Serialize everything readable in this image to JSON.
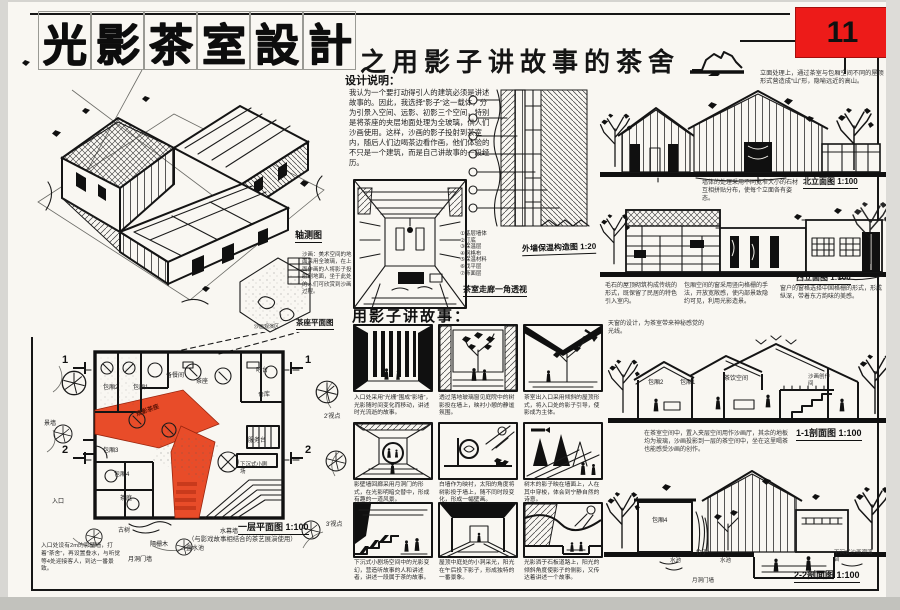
{
  "page": {
    "number": "11",
    "title_chars": [
      "光",
      "影",
      "茶",
      "室",
      "設",
      "計"
    ],
    "subtitle": "之用影子讲故事的茶舍"
  },
  "design_notes": {
    "heading": "设计说明：",
    "body": "我认为一个要打动得引人的建筑必须是讲述故事的。因此，我选择“影子”这一载体，分为引景入空间、远影、初影三个空间，特别是将茶座的夹层地面处理为全玻璃，供人们沙画使用。这样，沙画的影子投射到茶室内，随后人们边喝茶边看作画，他们体验的不只是一个建筑，而是自己讲故事的一段经历。"
  },
  "axon": {
    "label": "轴测图"
  },
  "tea_plan": {
    "label": "茶座平面图",
    "note": "沙画：美术空间的地面采用全玻璃，在上面作画的人将影子投射到地面，坐于此处的人们可欣赏到沙画过程。",
    "inner_label": "沙画观演区"
  },
  "perspective": {
    "caption": "茶室走廊一角透视"
  },
  "wall_detail": {
    "caption": "外墙保温构造图 1:20",
    "legend": [
      "①基层墙体",
      "②打底",
      "③保温层",
      "④网格布",
      "⑤保温材料",
      "⑥找平层",
      "⑦饰面层"
    ]
  },
  "north_elev": {
    "caption": "北立面图 1:100",
    "note_top": "立面处理上，通过茶室与包厢空间不同的屋顶形式营造成“山”形，隐喻远近的高山。",
    "note_bottom": "墙体的处理采用不同宽窄大小的石材互相拼贴分布，使每个立面各有姿态。"
  },
  "west_elev": {
    "caption": "西立面图 1:100",
    "note_1": "毛石的屋顶砌筑构成传统的形式，既保留了民居的特色引入室内。",
    "note_2": "包厢空间的窗采用竖向格栅的手法，开放宽敞感，使内部景致隐约可见，利用光影造景。",
    "note_3": "窗户的窗格选择中国格栅的形式，形成纵深，带着东方韵味的美感。"
  },
  "stories": {
    "heading": "用影子讲故事：",
    "panels": [
      {
        "caption": "入口处采用“光栅”围成“影墙”，光影随时间变化而移动，讲述时光流逝的故事。"
      },
      {
        "caption": "透过落地玻璃窗见庭院中的树影投在墙上，映衬小憩的静谧氛围。"
      },
      {
        "caption": "茶室出入口采用倾斜的屋顶形式，将入口处的影子引导，使影成为主体。"
      },
      {
        "caption": "影壁墙回廊采用月洞门的形式，在光影明暗交替中，形成有趣的一道风景。"
      },
      {
        "caption": "白墙作为映衬，太阳的角度将树影投于墙上，随不同时段变化，形成一幅壁画。"
      },
      {
        "caption": "树木的影子映在墙面上，人在其中穿梭，体会到宁静自然的诗意。"
      },
      {
        "caption": "下沉式小剧场空间中的光影变幻，营造听故事的人和讲述者，讲述一段属于茶的故事。"
      },
      {
        "caption": "屋顶中庭处的小洞采光，阳光在午后投下影子，形成独特的一番景象。"
      },
      {
        "caption": "光影洒于石板道路上，阳光的倾斜角度使影子的侧影，又传达着讲述一个故事。"
      }
    ]
  },
  "floor_plan": {
    "caption": "一层平面图 1:100",
    "caption_note": "（与影戏故事相结合的茶艺展演使用）",
    "entry_note": "入口处设有2m的影壁墙，打着“茶舍”，再设置叠水，与听觉等4处迎接客人，到达一番景致。",
    "rooms": {
      "r1": "包厢2",
      "r2": "包厢1",
      "r3": "备餐间",
      "r4": "茶座",
      "r5": "吧台",
      "r6": "仓库",
      "r7": "观影茶座",
      "r8": "服务台",
      "r9": "下沉式小剧场",
      "r10": "包厢3",
      "r11": "包厢4",
      "r12": "茶庭"
    },
    "labels": {
      "entry": "入口",
      "scenery_wall": "景墙",
      "old_tree": "古树",
      "lattice": "隔栅木",
      "cascade": "叠水池",
      "water_wall": "水幕墙",
      "moon_gate": "月洞门墙",
      "vp2": "2′视点",
      "vp3": "3′视点",
      "sec1": "1",
      "sec2": "2"
    }
  },
  "section11": {
    "caption": "1-1剖面图 1:100",
    "note_top": "天窗的设计，为茶室带来神秘感觉的光线。",
    "note_bottom": "在茶室空间中，置入夹层空间用作沙画厅，其余的地板均为玻璃，沙画投影到一层的茶空间中，坐在这里喝茶也能感受沙画的创作。",
    "rooms": {
      "a": "包厢2",
      "b": "包厢1",
      "c": "茶饮空间",
      "d": "沙画创作间"
    }
  },
  "section22": {
    "caption": "2-2剖面图 1:100",
    "rooms": {
      "a": "包厢4"
    },
    "labels": {
      "pool1": "水池",
      "bamboo": "竹子",
      "pool2": "水池",
      "moon": "月洞门墙",
      "stage": "下沉式沙画观演台"
    }
  }
}
